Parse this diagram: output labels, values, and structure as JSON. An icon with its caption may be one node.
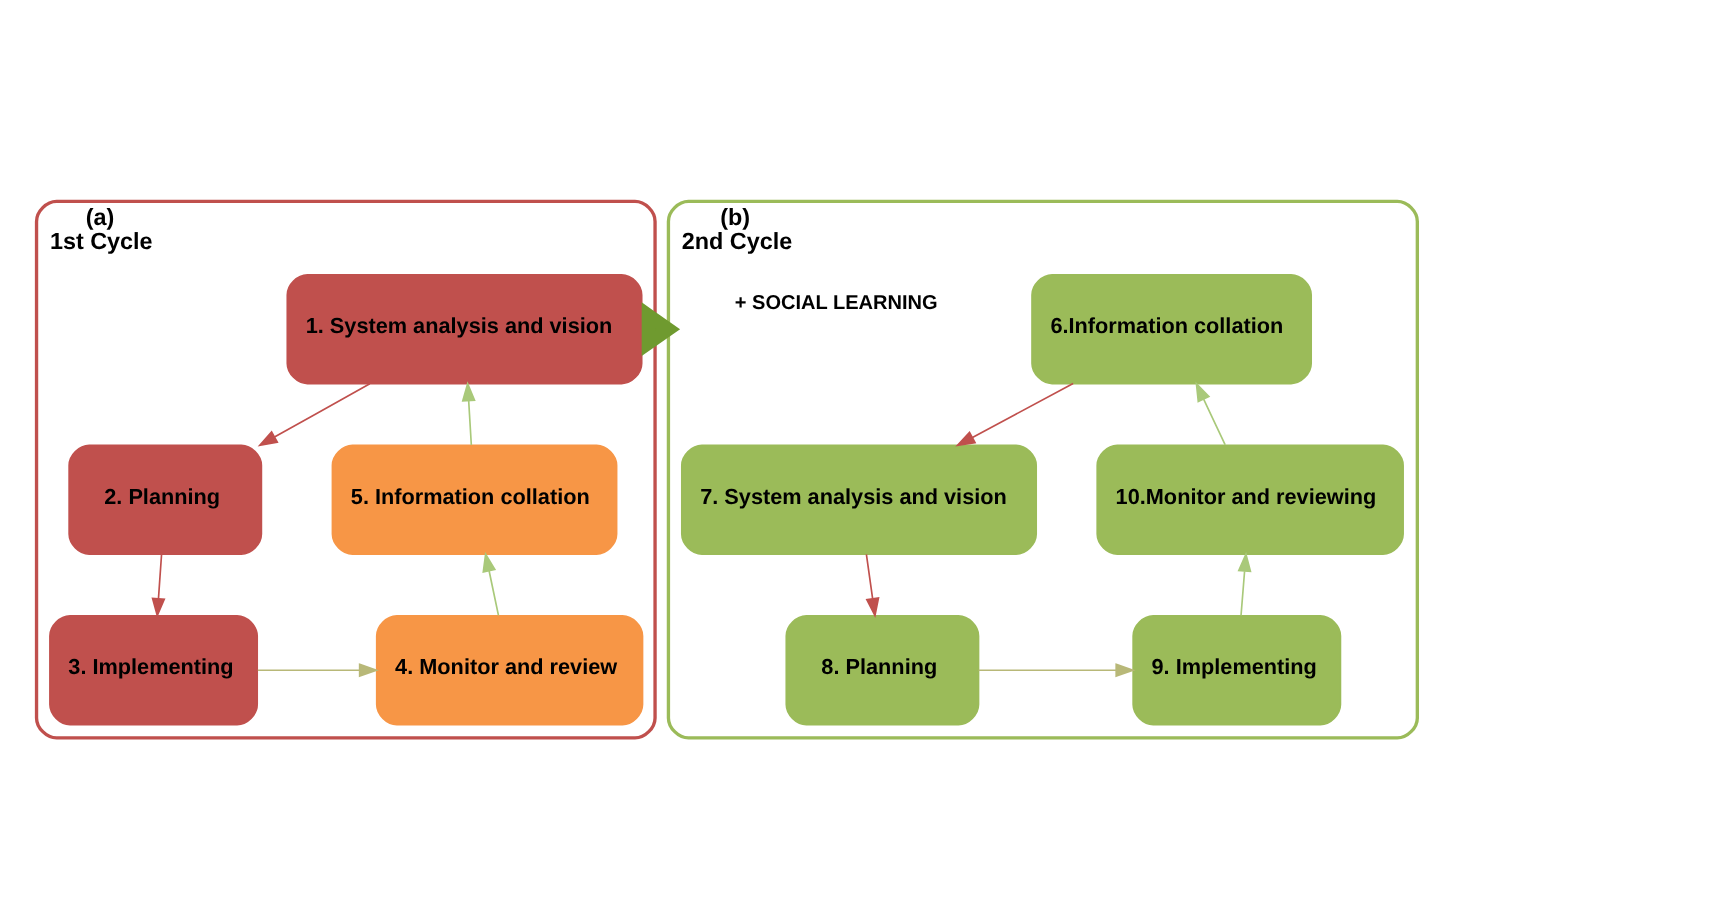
{
  "diagram": {
    "nodes": [
      {
        "text": [
          "(a)",
          "1st Cycle"
        ]
      },
      {
        "text": [
          "1. System analysis and vision"
        ],
        "in": 0
      },
      {
        "text": [
          "2. Planning"
        ],
        "in": 0
      },
      {
        "text": [
          "3. Implementing"
        ],
        "in": 0
      },
      {
        "text": [
          "4. Monitor and review"
        ],
        "in": 0
      },
      {
        "text": [
          "5. Information collation"
        ],
        "in": 0
      },
      {
        "text": [
          "(b)",
          "2nd Cycle"
        ]
      },
      {
        "text": [
          "6.Information collation"
        ],
        "in": 6
      },
      {
        "text": [
          "7. System analysis and vision"
        ],
        "in": 6
      },
      {
        "text": [
          "8. Planning"
        ],
        "in": 6
      },
      {
        "text": [
          "9. Implementing"
        ],
        "in": 6
      },
      {
        "text": [
          "10.Monitor and reviewing"
        ],
        "in": 6
      }
    ],
    "edges": [
      {
        "from": 1,
        "to": 2,
        "arrow": "to",
        "color": "#c0504d"
      },
      {
        "from": 2,
        "to": 3,
        "arrow": "to",
        "color": "#c0504d"
      },
      {
        "from": 3,
        "to": 4,
        "arrow": "to",
        "color": "#b8b878"
      },
      {
        "from": 4,
        "to": 5,
        "arrow": "to",
        "color": "#a9c97a"
      },
      {
        "from": 5,
        "to": 1,
        "arrow": "to",
        "color": "#a9c97a"
      },
      {
        "from": 0,
        "to": 6,
        "arrow": "to",
        "label": "+ SOCIAL LEARNING",
        "style": "thick",
        "color": "#6f9a2f"
      },
      {
        "from": 7,
        "to": 8,
        "arrow": "to",
        "color": "#c0504d"
      },
      {
        "from": 8,
        "to": 9,
        "arrow": "to",
        "color": "#c0504d"
      },
      {
        "from": 9,
        "to": 10,
        "arrow": "to",
        "color": "#b8b878"
      },
      {
        "from": 10,
        "to": 11,
        "arrow": "to",
        "color": "#a9c97a"
      },
      {
        "from": 11,
        "to": 7,
        "arrow": "to",
        "color": "#a9c97a"
      }
    ]
  }
}
